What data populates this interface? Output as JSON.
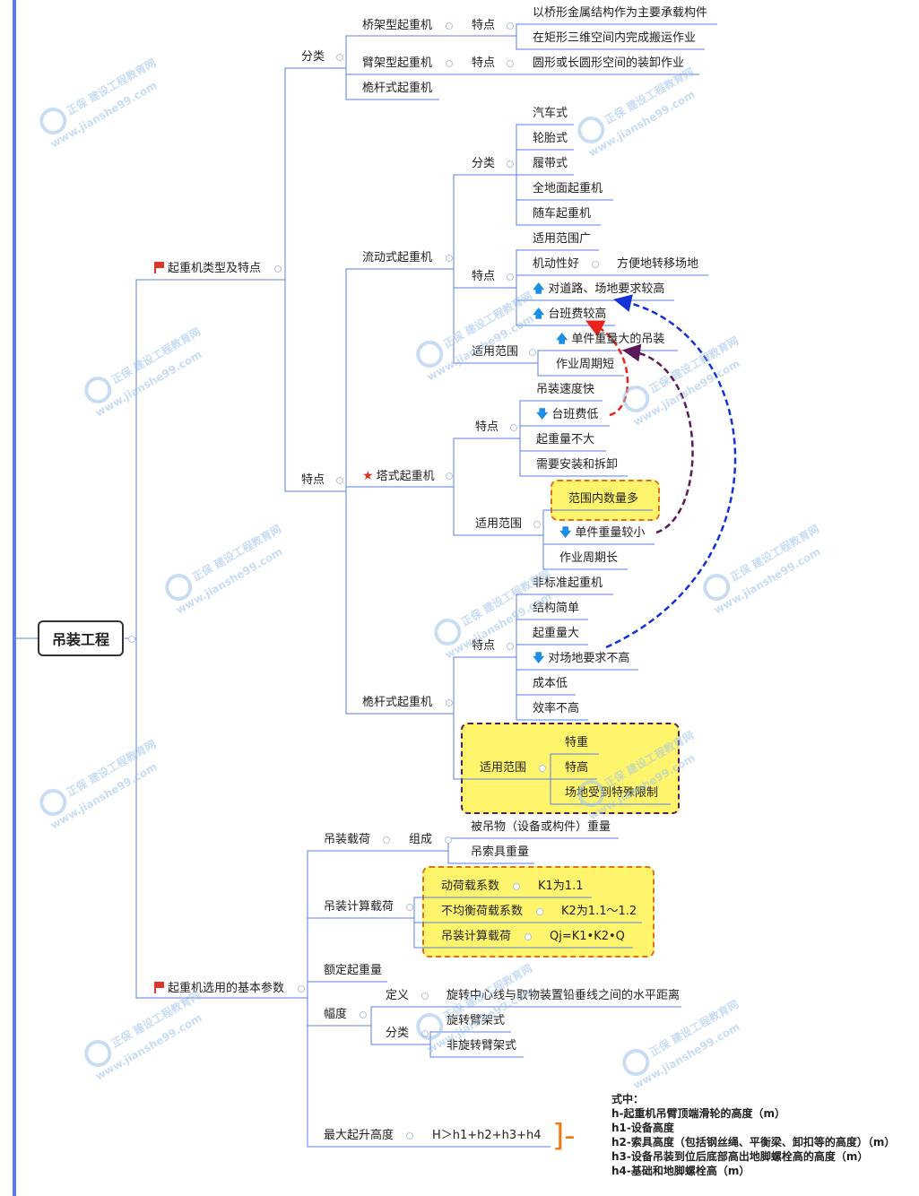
{
  "root": "吊装工程",
  "l1": {
    "types": "起重机类型及特点",
    "params": "起重机选用的基本参数"
  },
  "types": {
    "classify": "分类",
    "features": "特点",
    "bridge": "桥架型起重机",
    "bridge_feat_label": "特点",
    "bridge_f1": "以桥形金属结构作为主要承载构件",
    "bridge_f2": "在矩形三维空间内完成搬运作业",
    "jib": "臂架型起重机",
    "jib_feat_label": "特点",
    "jib_f1": "圆形或长圆形空间的装卸作业",
    "mast": "桅杆式起重机",
    "mobile": "流动式起重机",
    "mobile_classify": "分类",
    "mobile_c": [
      "汽车式",
      "轮胎式",
      "履带式",
      "全地面起重机",
      "随车起重机"
    ],
    "mobile_feat": "特点",
    "mobile_f_wide": "适用范围广",
    "mobile_f_mobility": "机动性好",
    "mobile_f_mobility_note": "方便地转移场地",
    "mobile_f_road": "对道路、场地要求较高",
    "mobile_f_cost": "台班费较高",
    "mobile_scope": "适用范围",
    "mobile_s1": "单件重量大的吊装",
    "mobile_s2": "作业周期短",
    "tower": "塔式起重机",
    "tower_feat": "特点",
    "tower_f": [
      "吊装速度快",
      "台班费低",
      "起重量不大",
      "需要安装和拆卸"
    ],
    "tower_scope": "适用范围",
    "tower_s": [
      "范围内数量多",
      "单件重量较小",
      "作业周期长"
    ],
    "mast2": "桅杆式起重机",
    "mast_feat": "特点",
    "mast_f": [
      "非标准起重机",
      "结构简单",
      "起重量大",
      "对场地要求不高",
      "成本低",
      "效率不高"
    ],
    "mast_scope": "适用范围",
    "mast_s": [
      "特重",
      "特高",
      "场地受到特殊限制"
    ]
  },
  "params": {
    "load": "吊装载荷",
    "load_comp": "组成",
    "load_c1": "被吊物（设备或构件）重量",
    "load_c2": "吊索具重量",
    "calc": "吊装计算载荷",
    "calc_rows": [
      {
        "k": "动荷载系数",
        "v": "K1为1.1"
      },
      {
        "k": "不均衡荷载系数",
        "v": "K2为1.1～1.2"
      },
      {
        "k": "吊装计算载荷",
        "v": "Qj=K1•K2•Q"
      }
    ],
    "rated": "额定起重量",
    "radius": "幅度",
    "radius_def": "定义",
    "radius_def_text": "旋转中心线与取物装置铅垂线之间的水平距离",
    "radius_cls": "分类",
    "radius_c1": "旋转臂架式",
    "radius_c2": "非旋转臂架式",
    "height": "最大起升高度",
    "height_formula": "H＞h1+h2+h3+h4"
  },
  "formula_lines": [
    "式中：",
    "h-起重机吊臂顶端滑轮的高度（m）",
    "h1-设备高度",
    "h2-索具高度（包括钢丝绳、平衡梁、卸扣等的高度）（m）",
    "h3-设备吊装到位后底部高出地脚螺栓高的高度（m）",
    "h4-基础和地脚螺栓高（m）"
  ],
  "watermark": {
    "name": "正保",
    "org": "建设工程教育网",
    "url": "www.jianshe99.com"
  },
  "colors": {
    "line": "#5b7fe0",
    "highlight": "#fff56d",
    "red_arrow": "#e8231c",
    "purple_arrow": "#5a1a5a",
    "blue_arrow": "#1432d8",
    "brace": "#f07a12"
  }
}
